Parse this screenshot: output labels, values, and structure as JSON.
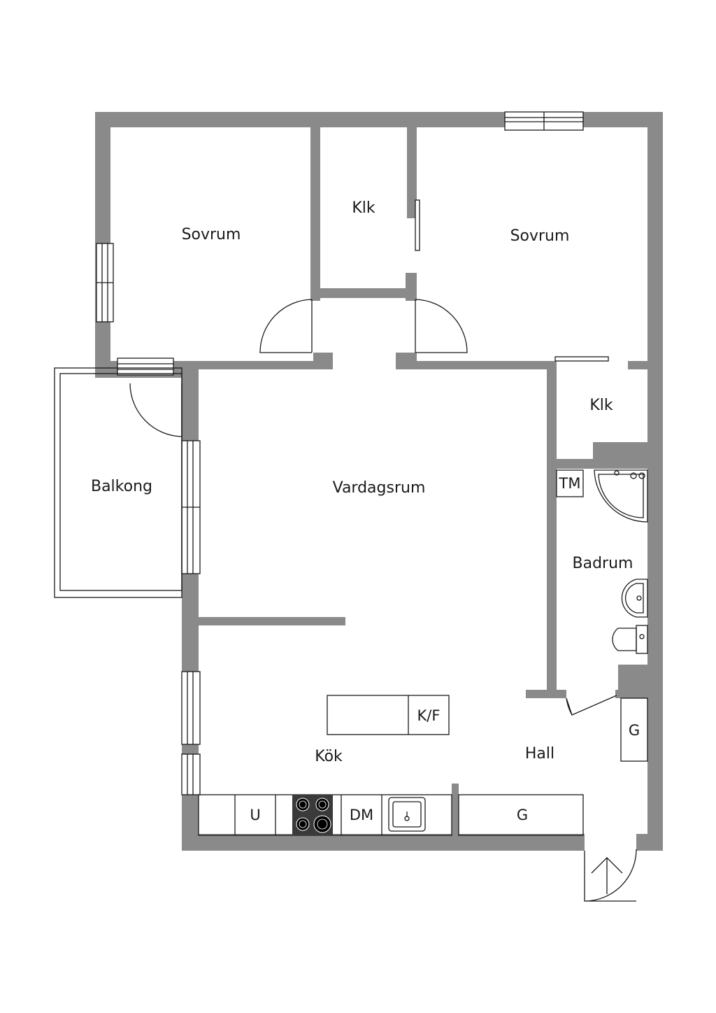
{
  "rooms": {
    "bedroom_left": "Sovrum",
    "closet_top": "Klk",
    "bedroom_right": "Sovrum",
    "closet_right": "Klk",
    "balcony": "Balkong",
    "living_room": "Vardagsrum",
    "bathroom": "Badrum",
    "kitchen": "Kök",
    "hall": "Hall"
  },
  "fixtures": {
    "washing_machine": "TM",
    "fridge_freezer": "K/F",
    "oven": "U",
    "dishwasher": "DM",
    "hall_wardrobe": "G",
    "hall_cabinet": "G"
  },
  "colors": {
    "wall": "#8a8a8a",
    "line": "#1a1a1a",
    "background": "#ffffff"
  }
}
